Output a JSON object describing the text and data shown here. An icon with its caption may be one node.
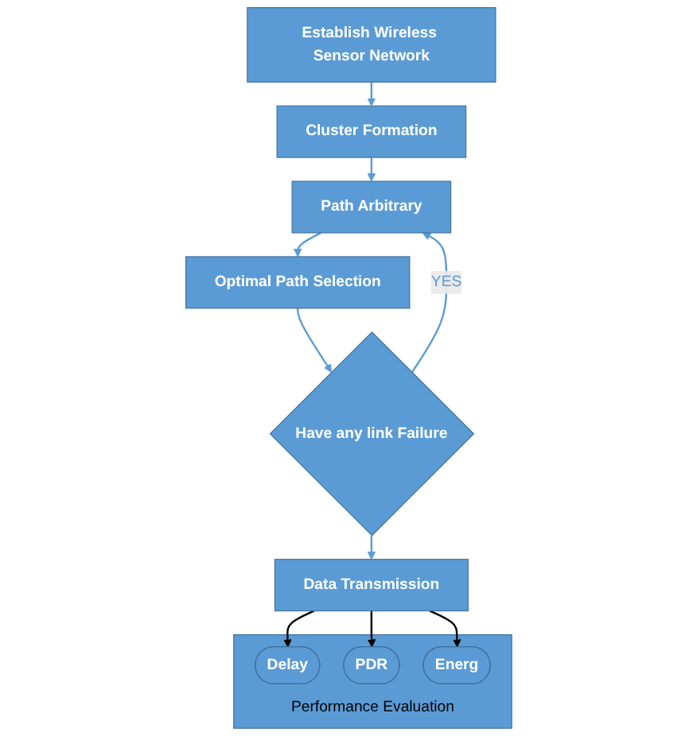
{
  "diagram": {
    "nodes": [
      {
        "text": [
          "Establish Wireless Sensor Network"
        ]
      },
      {
        "text": [
          "Cluster Formation"
        ]
      },
      {
        "text": [
          "Path Arbitrary"
        ]
      },
      {
        "text": [
          "Optimal Path Selection"
        ]
      },
      {
        "text": [
          "Have any link Failure"
        ]
      },
      {
        "text": [
          "Data Transmission"
        ]
      },
      {
        "text": [
          "Performance Evaluation"
        ]
      },
      {
        "text": [
          "Delay"
        ],
        "in": 6
      },
      {
        "text": [
          "PDR"
        ],
        "in": 6
      },
      {
        "text": [
          "Energ"
        ],
        "in": 6
      }
    ],
    "edges": [
      {
        "from": 0,
        "to": 1,
        "arrow": "to"
      },
      {
        "from": 1,
        "to": 2,
        "arrow": "to"
      },
      {
        "from": 2,
        "to": 3,
        "arrow": "to"
      },
      {
        "from": 3,
        "to": 4,
        "arrow": "to"
      },
      {
        "from": 4,
        "to": 2,
        "arrow": "to",
        "label": "YES"
      },
      {
        "from": 4,
        "to": 5,
        "arrow": "to"
      },
      {
        "from": 5,
        "to": 7,
        "arrow": "to",
        "color": "#000000"
      },
      {
        "from": 5,
        "to": 8,
        "arrow": "to",
        "color": "#000000"
      },
      {
        "from": 5,
        "to": 9,
        "arrow": "to",
        "color": "#000000"
      }
    ]
  }
}
